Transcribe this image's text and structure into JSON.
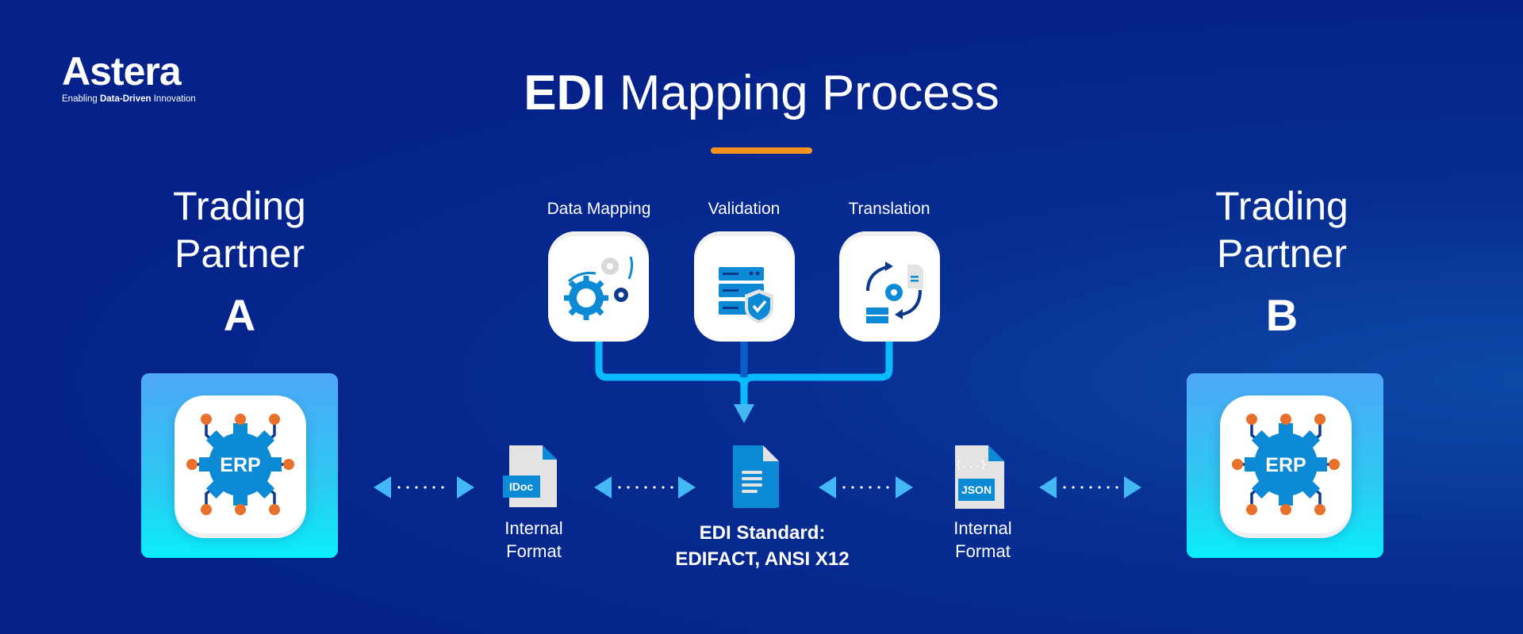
{
  "logo": {
    "word": "Astera",
    "tagline_prefix": "Enabling ",
    "tagline_bold": "Data-Driven",
    "tagline_suffix": " Innovation"
  },
  "title": {
    "bold": "EDI",
    "rest": " Mapping Process"
  },
  "partners": [
    {
      "line1": "Trading",
      "line2": "Partner",
      "letter": "A",
      "system": "ERP"
    },
    {
      "line1": "Trading",
      "line2": "Partner",
      "letter": "B",
      "system": "ERP"
    }
  ],
  "steps": [
    {
      "label": "Data Mapping",
      "icon": "gears-icon"
    },
    {
      "label": "Validation",
      "icon": "server-shield-icon"
    },
    {
      "label": "Translation",
      "icon": "translation-cycle-icon"
    }
  ],
  "formats": {
    "left": {
      "badge": "IDoc",
      "line1": "Internal",
      "line2": "Format"
    },
    "center": {
      "line1": "EDI Standard:",
      "line2": "EDIFACT, ANSI X12"
    },
    "right": {
      "badge": "JSON",
      "braces": "{...}",
      "line1": "Internal",
      "line2": "Format"
    }
  },
  "colors": {
    "background": "#04228a",
    "accent": "#f7931e",
    "connector": "#0abaff",
    "icon_blue": "#0d8ad6",
    "node_orange": "#e8702a"
  }
}
